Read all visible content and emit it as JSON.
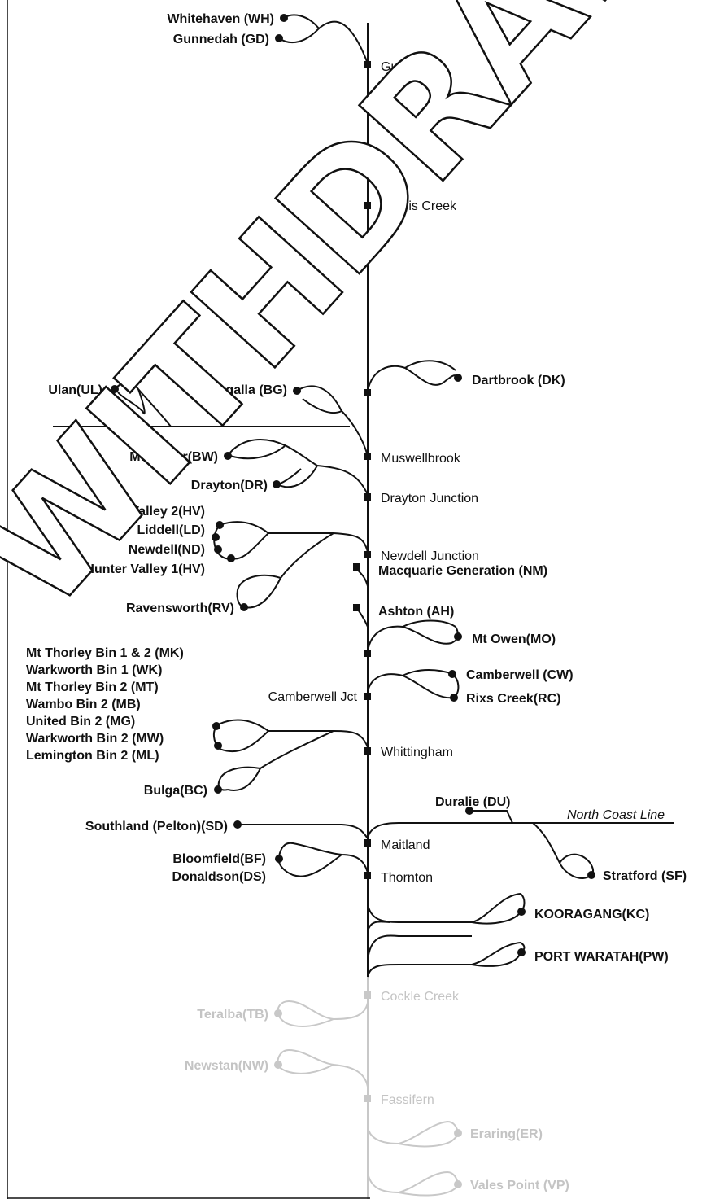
{
  "watermark": "WITHDRAWN",
  "stations": {
    "gunnedah": "Gunnedah",
    "werris_creek": "Werris Creek",
    "muswellbrook": "Muswellbrook",
    "drayton_junction": "Drayton Junction",
    "newdell_junction": "Newdell Junction",
    "camberwell_jct": "Camberwell Jct",
    "whittingham": "Whittingham",
    "maitland": "Maitland",
    "thornton": "Thornton",
    "cockle_creek": "Cockle Creek",
    "fassifern": "Fassifern"
  },
  "mines": {
    "whitehaven": "Whitehaven (WH)",
    "gunnedah": "Gunnedah (GD)",
    "dartbrook": "Dartbrook (DK)",
    "ulan": "Ulan(UL)",
    "bengalla": "Bengalla (BG)",
    "mt_arthur": "Mt Arthur(BW)",
    "drayton": "Drayton(DR)",
    "hunter_valley_2": "Hunter Valley 2(HV)",
    "liddell": "Liddell(LD)",
    "newdell": "Newdell(ND)",
    "hunter_valley_1": "Hunter Valley 1(HV)",
    "macquarie_generation": "Macquarie Generation (NM)",
    "ravensworth": "Ravensworth(RV)",
    "ashton": "Ashton (AH)",
    "mt_owen": "Mt Owen(MO)",
    "mt_thorley_bin_1_2": "Mt Thorley Bin 1 & 2 (MK)",
    "warkworth_bin_1": "Warkworth Bin 1 (WK)",
    "mt_thorley_bin_2": "Mt Thorley Bin 2 (MT)",
    "wambo_bin_2": "Wambo Bin 2 (MB)",
    "united_bin_2": "United Bin 2 (MG)",
    "warkworth_bin_2": "Warkworth Bin 2 (MW)",
    "lemington_bin_2": "Lemington Bin 2 (ML)",
    "camberwell": "Camberwell (CW)",
    "rixs_creek": "Rixs Creek(RC)",
    "bulga": "Bulga(BC)",
    "duralie": "Duralie (DU)",
    "southland": "Southland (Pelton)(SD)",
    "stratford": "Stratford (SF)",
    "bloomfield": "Bloomfield(BF)",
    "donaldson": "Donaldson(DS)",
    "kooragang": "KOORAGANG(KC)",
    "port_waratah": "PORT WARATAH(PW)",
    "teralba": "Teralba(TB)",
    "newstan": "Newstan(NW)",
    "eraring": "Eraring(ER)",
    "vales_point": "Vales Point (VP)"
  },
  "lines": {
    "north_coast": "North Coast Line"
  },
  "colors": {
    "track": "#111111",
    "faded": "#c8c8c8",
    "background": "#ffffff"
  }
}
